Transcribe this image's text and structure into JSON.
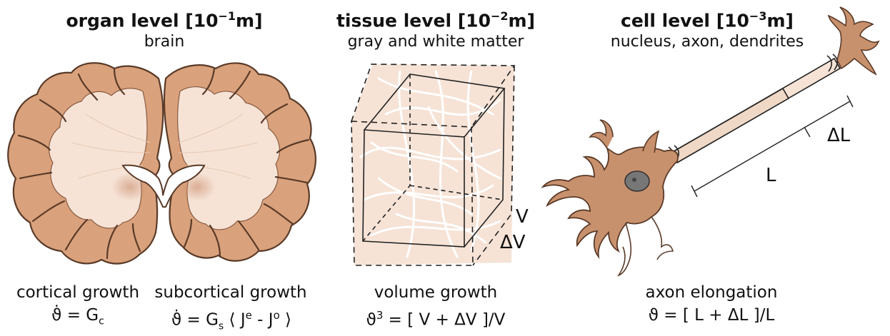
{
  "organ": {
    "title": "organ level [10",
    "exp": "−1",
    "unit": "m]",
    "subtitle": "brain"
  },
  "tissue": {
    "title": "tissue level [10",
    "exp": "−2",
    "unit": "m]",
    "subtitle": "gray and white matter",
    "label_v": "V",
    "label_dv": "ΔV"
  },
  "cell": {
    "title": "cell level [10",
    "exp": "−3",
    "unit": "m]",
    "subtitle": "nucleus, axon, dendrites",
    "label_l": "L",
    "label_dl": "ΔL"
  },
  "captions": {
    "cortical": "cortical growth",
    "subcortical": "subcortical growth",
    "volume": "volume growth",
    "axon": "axon elongation"
  },
  "equations": {
    "cortical_lhs": "ϑ̇ = G",
    "cortical_sub": "c",
    "subcortical_lhs": "ϑ̇ = G",
    "subcortical_sub": "s",
    "subcortical_rhs_a": " ⟨ J",
    "subcortical_sup_e": "e",
    "subcortical_mid": " - J",
    "subcortical_sup_o": "o",
    "subcortical_end": " ⟩",
    "volume_lhs": "ϑ",
    "volume_sup": "3",
    "volume_rhs": " = [ V + ΔV ]/V",
    "axon": "ϑ = [ L + ΔL ]/L"
  },
  "colors": {
    "tissue_orange": "#d9a27c",
    "tissue_light": "#f6e3d6",
    "outline": "#5a3a28",
    "nucleus": "#777777"
  }
}
